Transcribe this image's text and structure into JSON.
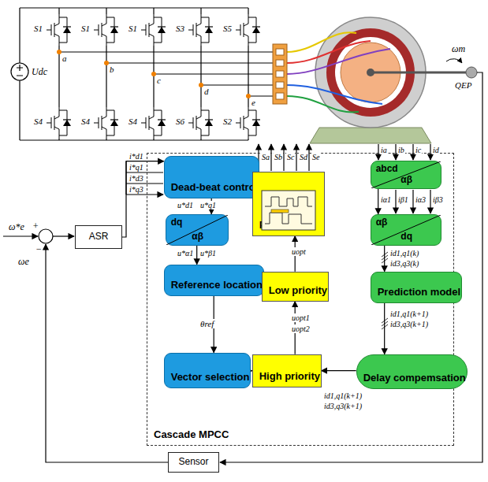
{
  "diagram": {
    "nodes": [
      {
        "text": [
          "ASR"
        ]
      },
      {
        "text": [
          "Cascade MPCC"
        ]
      },
      {
        "text": [
          "Dead-beat control"
        ],
        "in": 1
      },
      {
        "text": [
          "dq",
          "αβ"
        ],
        "in": 1
      },
      {
        "text": [
          "Reference location"
        ],
        "in": 1
      },
      {
        "text": [
          "Vector selection"
        ],
        "in": 1
      },
      {
        "text": [
          "PWM"
        ],
        "in": 1
      },
      {
        "text": [
          "Low priority"
        ],
        "in": 1
      },
      {
        "text": [
          "High priority"
        ],
        "in": 1
      },
      {
        "text": [
          "abcd",
          "αβ"
        ],
        "in": 1
      },
      {
        "text": [
          "αβ",
          "dq"
        ],
        "in": 1
      },
      {
        "text": [
          "Prediction model"
        ],
        "in": 1
      },
      {
        "text": [
          "Delay compemsation"
        ],
        "in": 1
      },
      {
        "text": [
          "Sensor"
        ]
      }
    ],
    "edges": [
      {
        "from": 0,
        "to": 2,
        "arrow": "to"
      },
      {
        "from": 2,
        "to": 3,
        "arrow": "to"
      },
      {
        "from": 3,
        "to": 4,
        "arrow": "to"
      },
      {
        "from": 4,
        "to": 5,
        "arrow": "to"
      },
      {
        "from": 5,
        "to": 8,
        "arrow": "to"
      },
      {
        "from": 12,
        "to": 8,
        "arrow": "to"
      },
      {
        "from": 8,
        "to": 7,
        "arrow": "to"
      },
      {
        "from": 7,
        "to": 6,
        "arrow": "to"
      },
      {
        "from": 9,
        "to": 10,
        "arrow": "to"
      },
      {
        "from": 10,
        "to": 11,
        "arrow": "to"
      },
      {
        "from": 11,
        "to": 12,
        "arrow": "to"
      }
    ],
    "labels": [
      "Udc",
      "S1",
      "S1",
      "S1",
      "S3",
      "S5",
      "S4",
      "S4",
      "S4",
      "S6",
      "S2",
      "a",
      "b",
      "c",
      "d",
      "e",
      "ωm",
      "QEP",
      "ω*e",
      "+",
      "−",
      "ωe",
      "i*d1",
      "i*q1",
      "i*d3",
      "i*q3",
      "u*d1",
      "u*q1",
      "u*α1",
      "u*β1",
      "θref",
      "Sa",
      "Sb",
      "Sc",
      "Sd",
      "Se",
      "uopt",
      "uopt1",
      "uopt2",
      "ia",
      "ib",
      "ic",
      "id",
      "iα1",
      "iβ1",
      "iα3",
      "iβ3",
      "id1,q1(k)",
      "id3,q3(k)",
      "id1,q1(k+1)",
      "id3,q3(k+1)",
      "id1,q1(k+1)",
      "id3,q3(k+1)"
    ]
  }
}
